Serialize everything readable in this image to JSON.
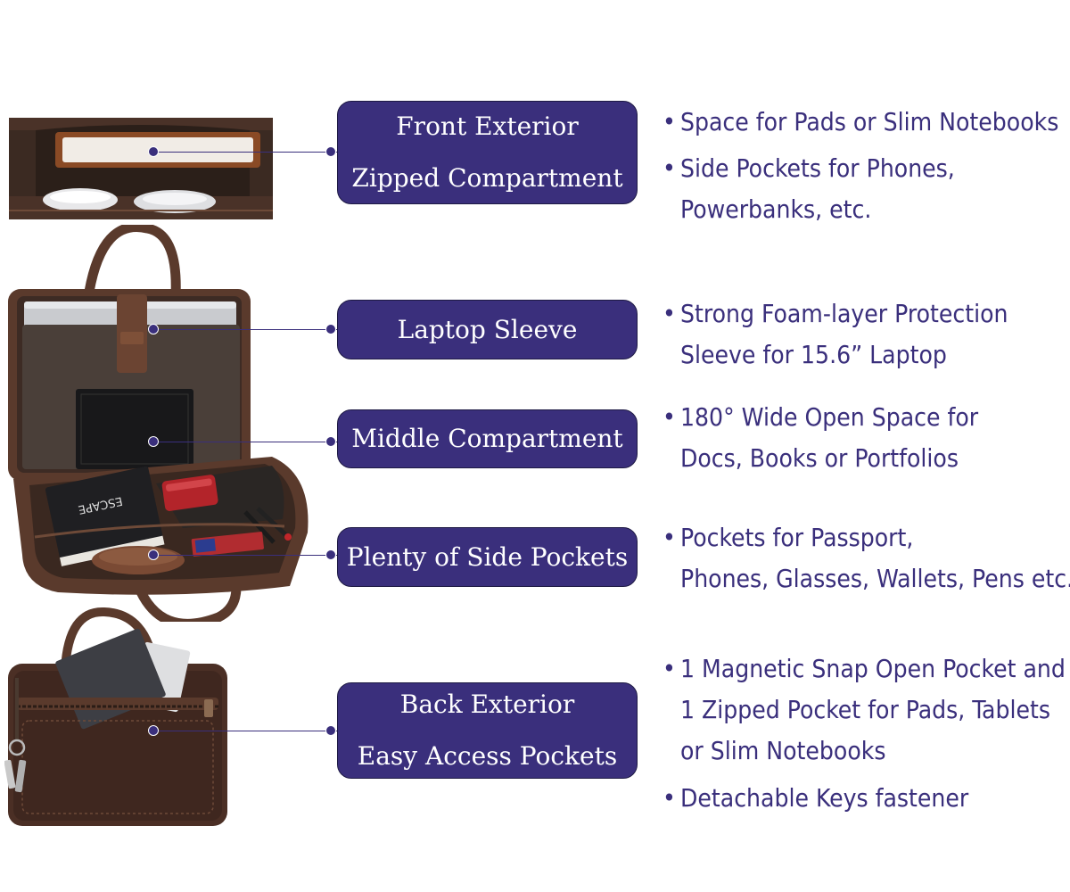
{
  "colors": {
    "accent": "#3a2f7c",
    "leather": "#5a3a2c",
    "background": "#ffffff"
  },
  "sections": [
    {
      "key": "front",
      "label_lines": [
        "Front Exterior",
        "Zipped Compartment"
      ],
      "features": [
        {
          "lines": [
            "Space for Pads or Slim Notebooks"
          ]
        },
        {
          "lines": [
            "Side Pockets for Phones,",
            "Powerbanks, etc."
          ]
        }
      ]
    },
    {
      "key": "laptop",
      "label_lines": [
        "Laptop Sleeve"
      ],
      "features": [
        {
          "lines": [
            "Strong Foam-layer Protection",
            "Sleeve for 15.6” Laptop"
          ]
        }
      ]
    },
    {
      "key": "middle",
      "label_lines": [
        "Middle Compartment"
      ],
      "features": [
        {
          "lines": [
            "180° Wide Open Space for",
            "Docs, Books or Portfolios"
          ]
        }
      ]
    },
    {
      "key": "side",
      "label_lines": [
        "Plenty of Side Pockets"
      ],
      "features": [
        {
          "lines": [
            "Pockets for Passport,",
            "Phones, Glasses, Wallets, Pens etc."
          ]
        }
      ]
    },
    {
      "key": "back",
      "label_lines": [
        "Back Exterior",
        "Easy Access Pockets"
      ],
      "features": [
        {
          "lines": [
            "1 Magnetic Snap Open Pocket and",
            "1 Zipped Pocket for Pads, Tablets",
            "or Slim Notebooks"
          ]
        },
        {
          "lines": [
            "Detachable Keys fastener"
          ]
        }
      ]
    }
  ],
  "photos": [
    {
      "name": "front-compartment-photo"
    },
    {
      "name": "open-bag-interior-photo"
    },
    {
      "name": "back-exterior-photo"
    }
  ],
  "notebook_cover_text": "ESCAPE"
}
